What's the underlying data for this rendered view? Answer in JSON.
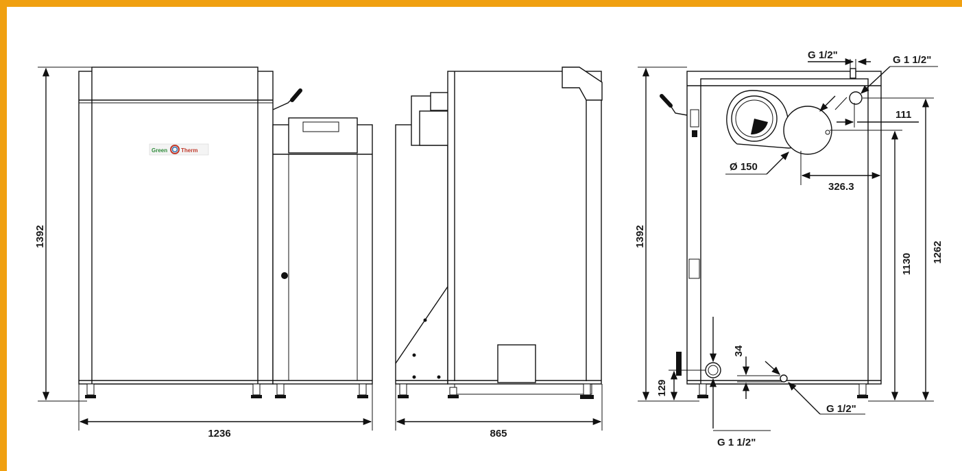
{
  "brand": {
    "left": "Green",
    "right": "Therm",
    "colors": {
      "frame": "#f0a010",
      "brand_red": "#c0392b",
      "brand_blue": "#2a6fb0",
      "brand_green": "#2e8b3a"
    }
  },
  "front_view": {
    "height_label": "1392",
    "width_label": "1236"
  },
  "side_view": {
    "depth_label": "865"
  },
  "rear_view": {
    "height_label": "1392",
    "conn_top_left": "G 1/2\"",
    "conn_top_right": "G 1 1/2\"",
    "offset_label": "111",
    "flue_diameter": "Ø 150",
    "flue_offset": "326.3",
    "flue_height": "1130",
    "outlet_height": "1262",
    "return_height": "129",
    "drain_offset": "34",
    "conn_bottom_right": "G 1/2\"",
    "conn_bottom_left": "G 1 1/2\""
  }
}
